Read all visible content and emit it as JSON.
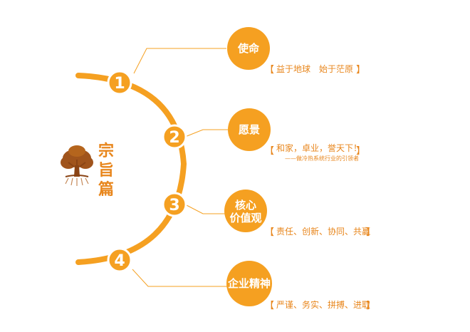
{
  "colors": {
    "accent": "#f5a021",
    "accent_dark": "#e8861c",
    "node_fill": "#f5a021",
    "line": "#f5a021",
    "text": "#e8861c",
    "tree": "#a0541c"
  },
  "title": {
    "chars": [
      "宗",
      "旨",
      "篇"
    ]
  },
  "icon": "tree-icon",
  "items": [
    {
      "number": "1",
      "label_lines": [
        "使命"
      ],
      "desc_lines": [
        "益于地球　始于茫原"
      ],
      "sub_lines": []
    },
    {
      "number": "2",
      "label_lines": [
        "愿景"
      ],
      "desc_lines": [
        "和家，卓业，誉天下！"
      ],
      "sub_lines": [
        "——做冷热系统行业的引领者"
      ]
    },
    {
      "number": "3",
      "label_lines": [
        "核心",
        "价值观"
      ],
      "desc_lines": [
        "责任、创新、协同、共赢"
      ],
      "sub_lines": []
    },
    {
      "number": "4",
      "label_lines": [
        "企业精神"
      ],
      "desc_lines": [
        "严谨、务实、拼搏、进取"
      ],
      "sub_lines": []
    }
  ]
}
